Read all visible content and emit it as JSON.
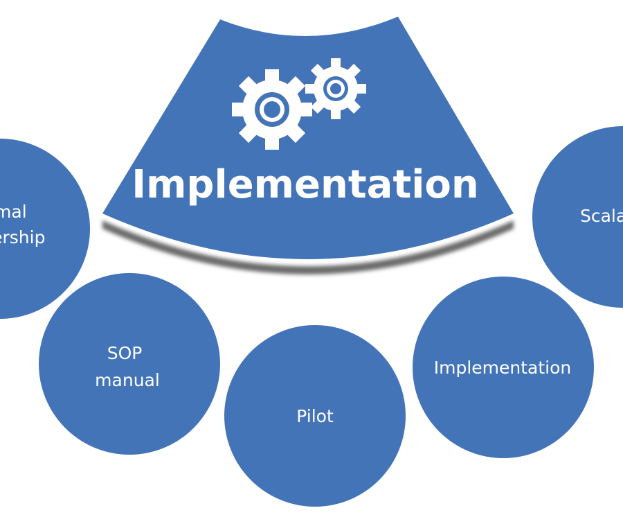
{
  "title": "Implementation",
  "colors": {
    "fill": "#4374b8",
    "text": "#ffffff",
    "shadow": "#5c5c5c"
  },
  "header_icon": "gears-icon",
  "circles": [
    {
      "line1": "Formal",
      "line2": "leadership"
    },
    {
      "line1": "SOP",
      "line2": "manual"
    },
    {
      "line1": "Pilot"
    },
    {
      "line1": "Implementation"
    },
    {
      "line1": "Scalability"
    }
  ]
}
